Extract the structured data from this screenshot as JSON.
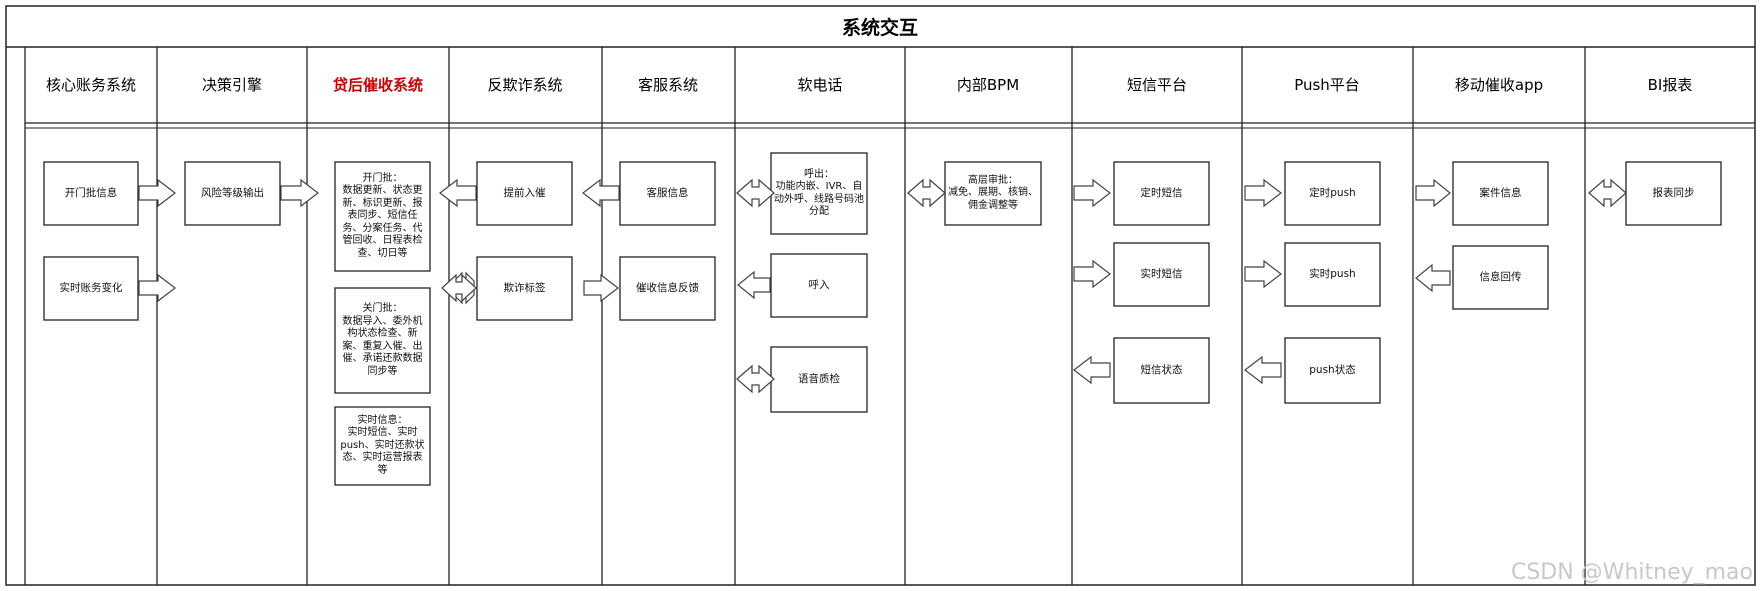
{
  "title": "系统交互",
  "lanes": [
    {
      "label": "核心账务系统"
    },
    {
      "label": "决策引擎"
    },
    {
      "label": "贷后催收系统",
      "color": "#cc0000"
    },
    {
      "label": "反欺诈系统"
    },
    {
      "label": "客服系统"
    },
    {
      "label": "软电话"
    },
    {
      "label": "内部BPM"
    },
    {
      "label": "短信平台"
    },
    {
      "label": "Push平台"
    },
    {
      "label": "移动催收app"
    },
    {
      "label": "BI报表"
    }
  ],
  "boxes": {
    "core_open_info": "开门批信息",
    "core_realtime_change": "实时账务变化",
    "risk_output": "风险等级输出",
    "collect_open_batch": "开门批：\n数据更新、状态更新、标识更新、报表同步、短信任务、分案任务、代管回收、日程表检查、切日等",
    "collect_close_batch": "关门批：\n数据导入、委外机构状态检查、新案、重复入催、出催、承诺还款数据同步等",
    "collect_realtime_info": "实时信息：\n实时短信、实时push、实时还款状态、实时运营报表等",
    "fraud_pre_entry": "提前入催",
    "fraud_tag": "欺诈标签",
    "cs_info": "客服信息",
    "cs_feedback": "催收信息反馈",
    "phone_outbound": "呼出：\n功能内嵌、IVR、自动外呼、线路号码池分配",
    "phone_inbound": "呼入",
    "phone_qc": "语音质检",
    "bpm_approval": "高层审批：\n减免、展期、核销、佣金调整等",
    "sms_scheduled": "定时短信",
    "sms_realtime": "实时短信",
    "sms_status": "短信状态",
    "push_scheduled": "定时push",
    "push_realtime": "实时push",
    "push_status": "push状态",
    "app_case_info": "案件信息",
    "app_info_return": "信息回传",
    "bi_report_sync": "报表同步"
  },
  "watermark": "CSDN @Whitney_mao",
  "colors": {
    "line": "#222222",
    "highlight": "#cc0000",
    "background": "#ffffff"
  }
}
